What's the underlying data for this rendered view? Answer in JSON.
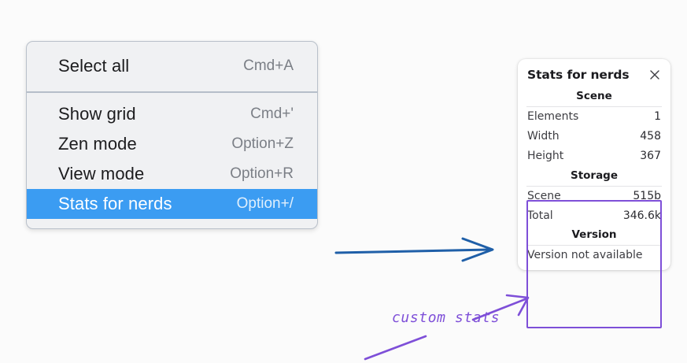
{
  "context_menu": {
    "groups": [
      {
        "items": [
          {
            "label": "Select all",
            "shortcut": "Cmd+A",
            "selected": false
          }
        ]
      },
      {
        "items": [
          {
            "label": "Show grid",
            "shortcut": "Cmd+'",
            "selected": false
          },
          {
            "label": "Zen mode",
            "shortcut": "Option+Z",
            "selected": false
          },
          {
            "label": "View mode",
            "shortcut": "Option+R",
            "selected": false
          },
          {
            "label": "Stats for nerds",
            "shortcut": "Option+/",
            "selected": true
          }
        ]
      }
    ],
    "highlight_color": "#3b9cf2",
    "background_color": "#f0f1f3"
  },
  "stats_panel": {
    "title": "Stats for nerds",
    "close_icon": "close-icon",
    "sections": [
      {
        "heading": "Scene",
        "rows": [
          {
            "key": "Elements",
            "value": "1"
          },
          {
            "key": "Width",
            "value": "458"
          },
          {
            "key": "Height",
            "value": "367"
          }
        ]
      },
      {
        "heading": "Storage",
        "rows": [
          {
            "key": "Scene",
            "value": "515b"
          },
          {
            "key": "Total",
            "value": "346.6k"
          }
        ]
      },
      {
        "heading": "Version",
        "note": "Version not available"
      }
    ]
  },
  "annotations": {
    "custom_stats_label": "custom stats",
    "accent_purple": "#7e4fd8",
    "accent_blue": "#1f5fa8"
  }
}
